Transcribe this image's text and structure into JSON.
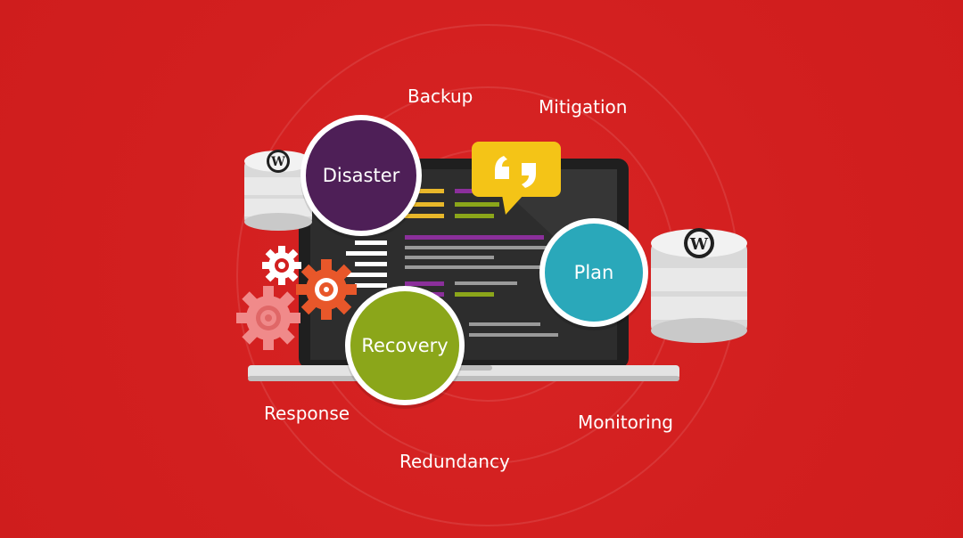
{
  "colors": {
    "background": "#d21f1f",
    "disaster": "#4e1f57",
    "plan": "#2aa8ba",
    "recovery": "#8ba61a",
    "quote_bubble": "#f4c417",
    "screen": "#2d2d2d",
    "laptop_frame": "#1f1f1f",
    "laptop_base": "#e3e3e3",
    "gear_orange": "#e8572a",
    "gear_white": "#ffffff",
    "gear_faded": "#f08a8a",
    "server_light": "#e8e8e8"
  },
  "circles": {
    "disaster": "Disaster",
    "plan": "Plan",
    "recovery": "Recovery"
  },
  "terms": {
    "backup": "Backup",
    "mitigation": "Mitigation",
    "response": "Response",
    "redundancy": "Redundancy",
    "monitoring": "Monitoring"
  },
  "icons": {
    "quote": "quote-bubble-icon",
    "gear": "gear-icon",
    "server": "database-server-icon",
    "wordpress": "wordpress-logo-icon",
    "laptop": "laptop-icon"
  }
}
